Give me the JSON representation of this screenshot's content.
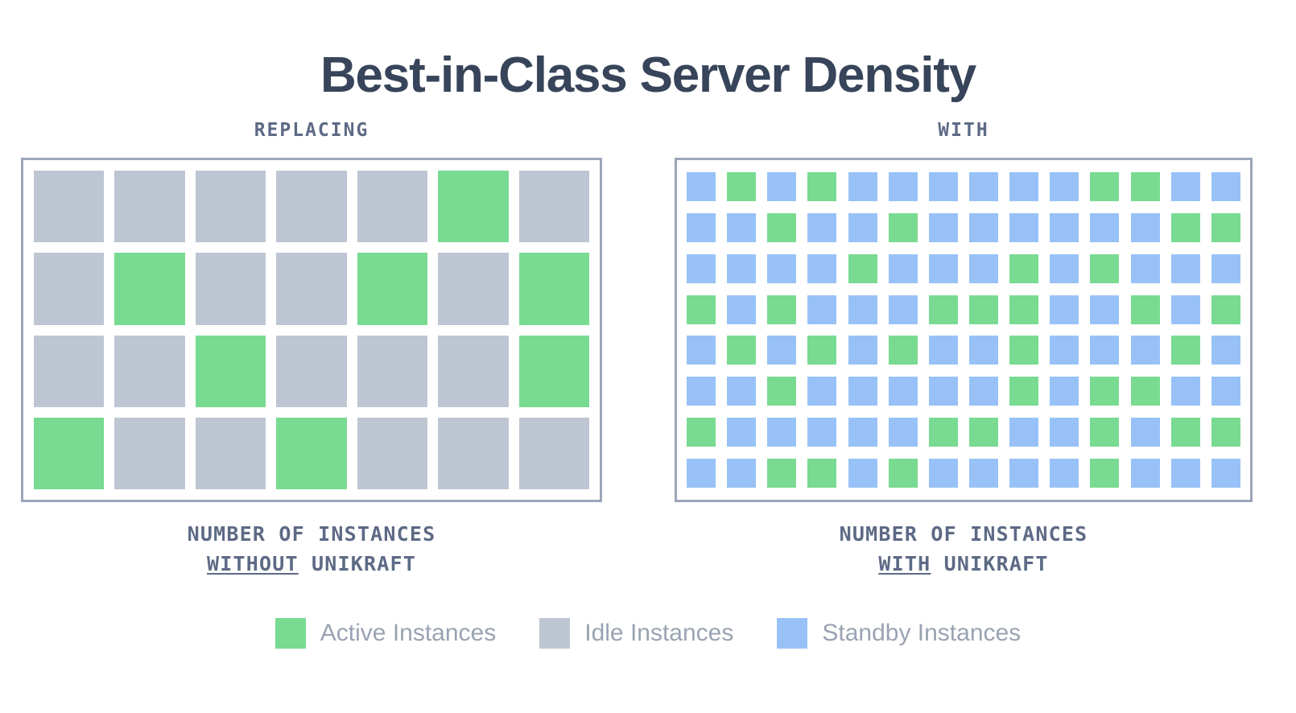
{
  "title": "Best-in-Class Server Density",
  "colors": {
    "active": "#78db91",
    "idle": "#bdc6d2",
    "standby": "#98c2f7",
    "title_text": "#37445a",
    "heading_text": "#5d6a85",
    "legend_text": "#9aa3b2",
    "panel_border": "#9aa6b9",
    "background": "#ffffff"
  },
  "panels": {
    "left": {
      "heading": "REPLACING",
      "caption_line1": "NUMBER OF INSTANCES",
      "caption_emphasis": "WITHOUT",
      "caption_line2_rest": " UNIKRAFT"
    },
    "right": {
      "heading": "WITH",
      "caption_line1": "NUMBER OF INSTANCES",
      "caption_emphasis": "WITH",
      "caption_line2_rest": " UNIKRAFT"
    }
  },
  "legend": [
    {
      "label": "Active Instances",
      "key": "active",
      "color": "#78db91"
    },
    {
      "label": "Idle Instances",
      "key": "idle",
      "color": "#bdc6d2"
    },
    {
      "label": "Standby Instances",
      "key": "standby",
      "color": "#98c2f7"
    }
  ],
  "chart_data": {
    "type": "heatmap",
    "title": "Best-in-Class Server Density",
    "xlabel": "",
    "ylabel": "",
    "legend_position": "bottom",
    "grid": false,
    "annotations": [
      "REPLACING",
      "WITH",
      "NUMBER OF INSTANCES WITHOUT UNIKRAFT",
      "NUMBER OF INSTANCES WITH UNIKRAFT"
    ],
    "categories": [
      "active",
      "idle",
      "standby"
    ],
    "series": [
      {
        "name": "NUMBER OF INSTANCES WITHOUT UNIKRAFT",
        "columns": 7,
        "rows": 4,
        "total_cells": 28,
        "counts": {
          "active": 8,
          "idle": 20,
          "standby": 0
        },
        "matrix": [
          [
            "idle",
            "idle",
            "idle",
            "idle",
            "idle",
            "active",
            "idle"
          ],
          [
            "idle",
            "active",
            "idle",
            "idle",
            "active",
            "idle",
            "active"
          ],
          [
            "idle",
            "idle",
            "active",
            "idle",
            "idle",
            "idle",
            "active"
          ],
          [
            "active",
            "idle",
            "idle",
            "active",
            "idle",
            "idle",
            "idle"
          ]
        ]
      },
      {
        "name": "NUMBER OF INSTANCES WITH UNIKRAFT",
        "columns": 14,
        "rows": 8,
        "total_cells": 112,
        "counts": {
          "active": 35,
          "idle": 0,
          "standby": 77
        },
        "matrix": [
          [
            "standby",
            "active",
            "standby",
            "active",
            "standby",
            "standby",
            "standby",
            "standby",
            "standby",
            "standby",
            "active",
            "active",
            "standby",
            "standby"
          ],
          [
            "standby",
            "standby",
            "active",
            "standby",
            "standby",
            "active",
            "standby",
            "standby",
            "standby",
            "standby",
            "standby",
            "standby",
            "active",
            "active"
          ],
          [
            "standby",
            "standby",
            "standby",
            "standby",
            "active",
            "standby",
            "standby",
            "standby",
            "active",
            "standby",
            "active",
            "standby",
            "standby",
            "standby"
          ],
          [
            "active",
            "standby",
            "active",
            "standby",
            "standby",
            "standby",
            "active",
            "active",
            "active",
            "standby",
            "standby",
            "active",
            "standby",
            "active"
          ],
          [
            "standby",
            "active",
            "standby",
            "active",
            "standby",
            "active",
            "standby",
            "standby",
            "active",
            "standby",
            "standby",
            "standby",
            "active",
            "standby"
          ],
          [
            "standby",
            "standby",
            "active",
            "standby",
            "standby",
            "standby",
            "standby",
            "standby",
            "active",
            "standby",
            "active",
            "active",
            "standby",
            "standby"
          ],
          [
            "active",
            "standby",
            "standby",
            "standby",
            "standby",
            "standby",
            "active",
            "active",
            "standby",
            "standby",
            "active",
            "standby",
            "active",
            "active"
          ],
          [
            "standby",
            "standby",
            "active",
            "active",
            "standby",
            "active",
            "standby",
            "standby",
            "standby",
            "standby",
            "active",
            "standby",
            "standby",
            "standby"
          ]
        ]
      }
    ]
  }
}
